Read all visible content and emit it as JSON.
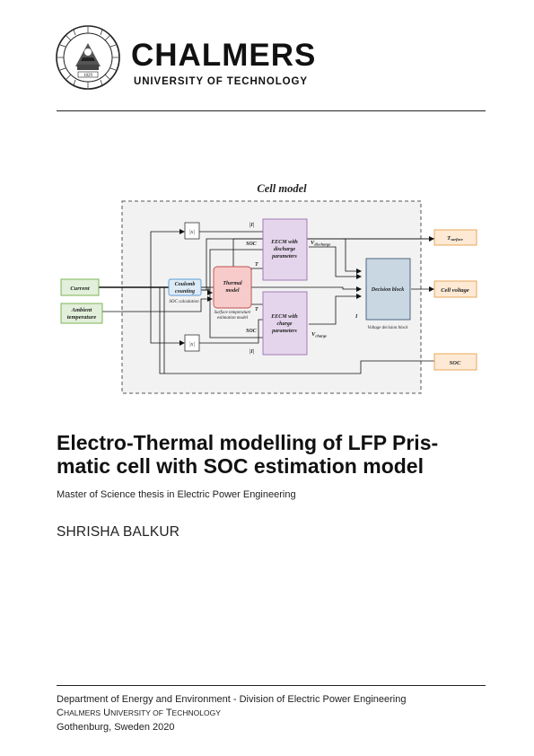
{
  "header": {
    "university_name": "CHALMERS",
    "university_tagline": "UNIVERSITY OF TECHNOLOGY",
    "seal_year": "1829",
    "seal_text": "CHALMERS TEKNISKA HÖGSKOLA"
  },
  "figure": {
    "title": "Cell model",
    "inputs": {
      "current": "Current",
      "ambient_line1": "Ambient",
      "ambient_line2": "temperature"
    },
    "blocks": {
      "abs_top": "|x|",
      "abs_bottom": "|x|",
      "coulomb_line1": "Coulomb",
      "coulomb_line2": "counting",
      "coulomb_caption": "SOC calculation",
      "thermal_line1": "Thermal",
      "thermal_line2": "model",
      "thermal_caption_line1": "Surface temperature",
      "thermal_caption_line2": "estimation model",
      "eecm_discharge_line1": "EECM with",
      "eecm_discharge_line2": "discharge",
      "eecm_discharge_line3": "parameters",
      "eecm_charge_line1": "EECM with",
      "eecm_charge_line2": "charge",
      "eecm_charge_line3": "parameters",
      "decision": "Decision block",
      "decision_caption": "Voltage decision block"
    },
    "signals": {
      "i_abs_top": "|I|",
      "soc_top": "SOC",
      "t_top": "T",
      "t_bottom": "T",
      "soc_bottom": "SOC",
      "i_abs_bottom": "|I|",
      "v_discharge_main": "V",
      "v_discharge_sub": "discharge",
      "v_charge_main": "V",
      "v_charge_sub": "charge",
      "i_decision": "I"
    },
    "outputs": {
      "t_surface_main": "T",
      "t_surface_sub": "surface",
      "cell_voltage": "Cell voltage",
      "soc": "SOC"
    },
    "colors": {
      "model_background": "#f2f2f2",
      "input_fill": "#e2efda",
      "input_stroke": "#70ad47",
      "coulomb_fill": "#ddebf7",
      "coulomb_stroke": "#5b9bd5",
      "thermal_fill": "#f8cbcb",
      "thermal_stroke": "#c0504d",
      "eecm_fill": "#e4d5ec",
      "eecm_stroke": "#9b72b0",
      "decision_fill": "#c9d7e3",
      "decision_stroke": "#3f5a70",
      "output_fill": "#fde9d4",
      "output_stroke": "#e6a04a"
    }
  },
  "title": {
    "line1": "Electro-Thermal modelling of LFP Pris-",
    "line2": "matic cell with SOC estimation model"
  },
  "subtitle": "Master of Science thesis in Electric Power Engineering",
  "author": "SHRISHA BALKUR",
  "footer": {
    "department": "Department of Energy and Environment - Division of Electric Power Engineering",
    "uni_cap1": "C",
    "uni_small1": "HALMERS",
    "uni_cap2": "U",
    "uni_small2": "NIVERSITY OF",
    "uni_cap3": "T",
    "uni_small3": "ECHNOLOGY",
    "location": "Gothenburg, Sweden 2020"
  }
}
